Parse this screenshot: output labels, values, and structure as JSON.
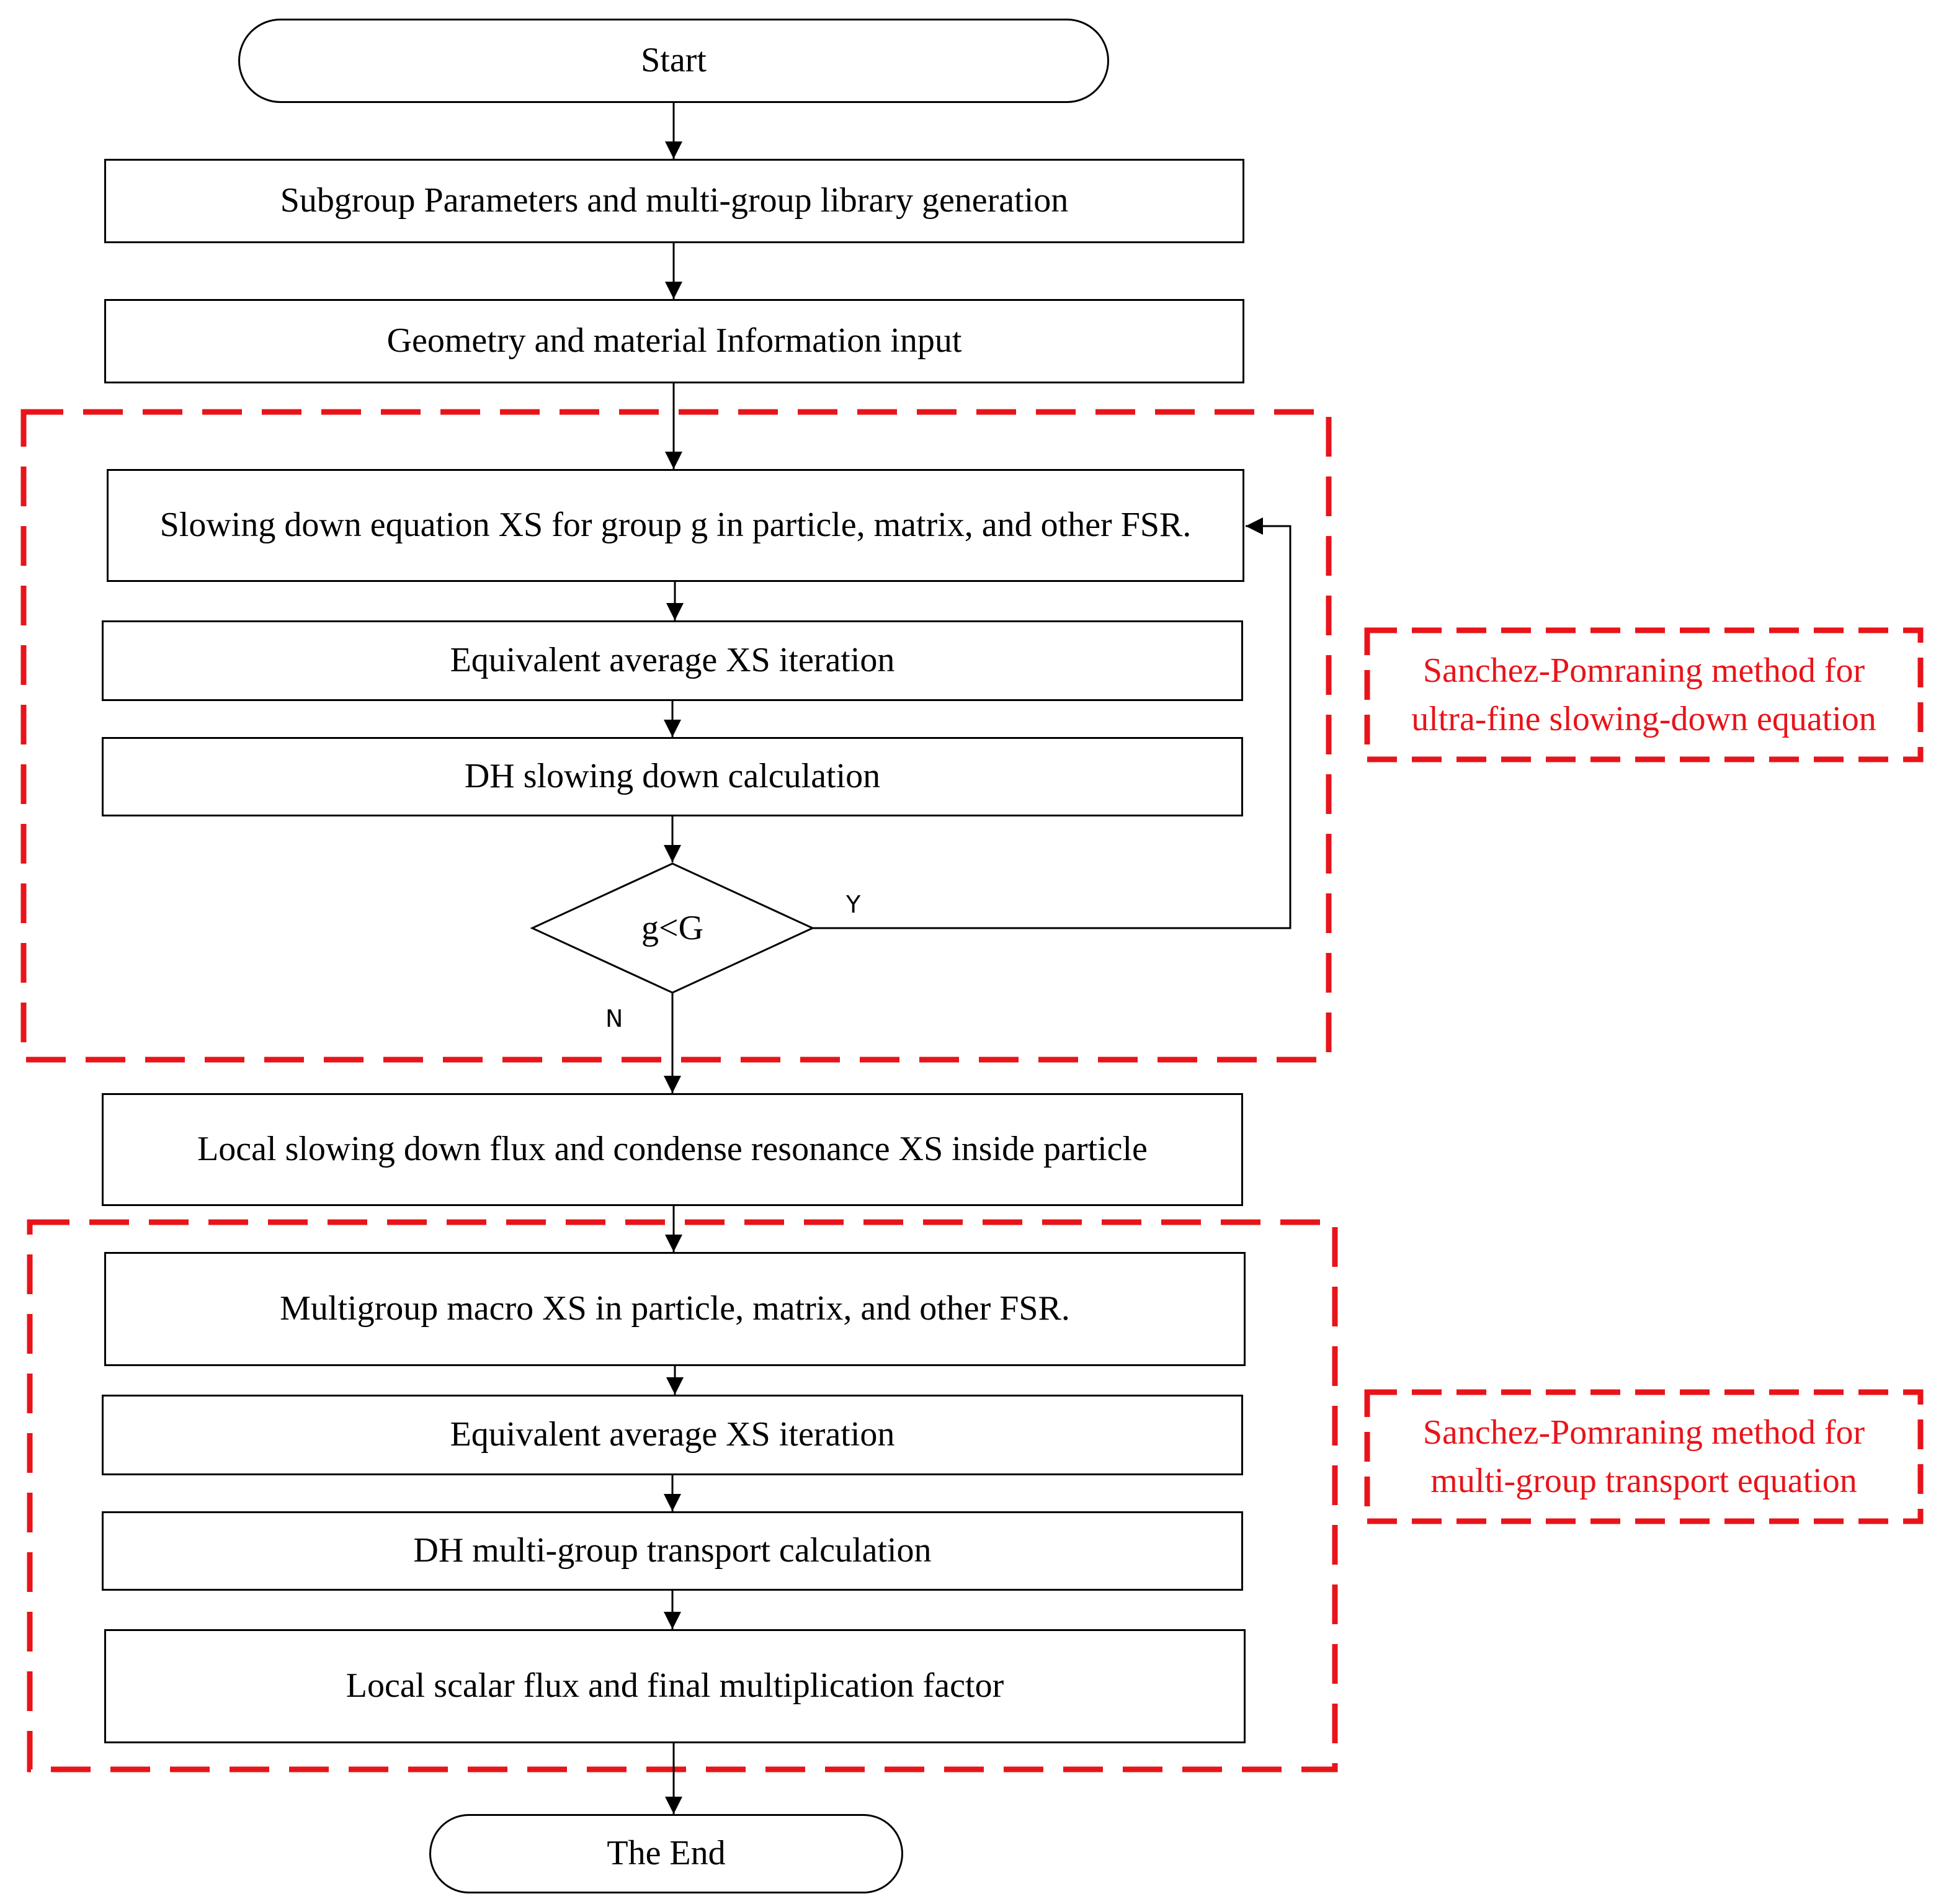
{
  "diagram": {
    "start": "Start",
    "step1": "Subgroup Parameters and multi-group library generation",
    "step2": "Geometry and material Information input",
    "loop": {
      "step3": "Slowing down equation XS for group g in particle, matrix, and other FSR.",
      "step4": "Equivalent average XS iteration",
      "step5": "DH slowing down calculation",
      "decision": "g<G",
      "yes_label": "Y",
      "no_label": "N"
    },
    "step6": "Local slowing down flux and condense resonance XS inside particle",
    "transport": {
      "step7": "Multigroup macro XS in particle, matrix, and other FSR.",
      "step8": "Equivalent average XS iteration",
      "step9": "DH multi-group transport calculation",
      "step10": "Local scalar flux and final multiplication factor"
    },
    "end": "The End",
    "notes": {
      "slowing_down": "Sanchez-Pomraning method for ultra-fine slowing-down equation",
      "transport": "Sanchez-Pomraning method for multi-group transport equation"
    },
    "colors": {
      "highlight": "#e8141a",
      "line": "#000000"
    }
  }
}
